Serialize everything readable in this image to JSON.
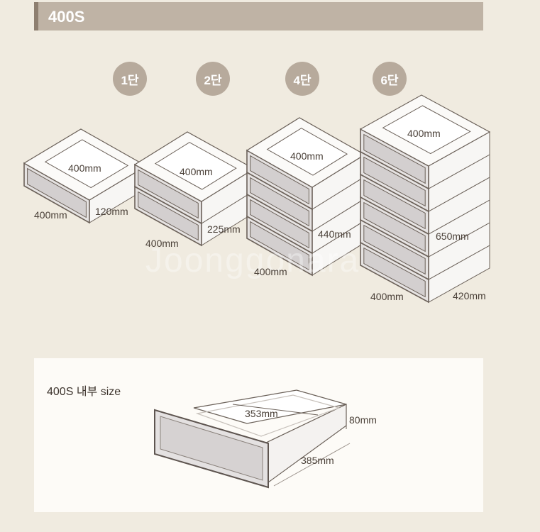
{
  "header": {
    "title": "400S"
  },
  "stacks": [
    {
      "badge": "1단",
      "tiers": 1,
      "top": "400mm",
      "width": "400mm",
      "height": "120mm"
    },
    {
      "badge": "2단",
      "tiers": 2,
      "top": "400mm",
      "width": "400mm",
      "height": "225mm"
    },
    {
      "badge": "4단",
      "tiers": 4,
      "top": "400mm",
      "width": "400mm",
      "height": "440mm"
    },
    {
      "badge": "6단",
      "tiers": 6,
      "top": "400mm",
      "width": "400mm",
      "height": "650mm",
      "depth": "420mm"
    }
  ],
  "interior": {
    "title": "400S 내부 size",
    "width": "353mm",
    "height": "80mm",
    "depth": "385mm"
  },
  "watermark": "Joonggonara",
  "colors": {
    "background": "#f0ebe0",
    "header": "#bfb3a5",
    "badge": "#b7aa9c",
    "drawer_front": "#d6d2d2"
  }
}
